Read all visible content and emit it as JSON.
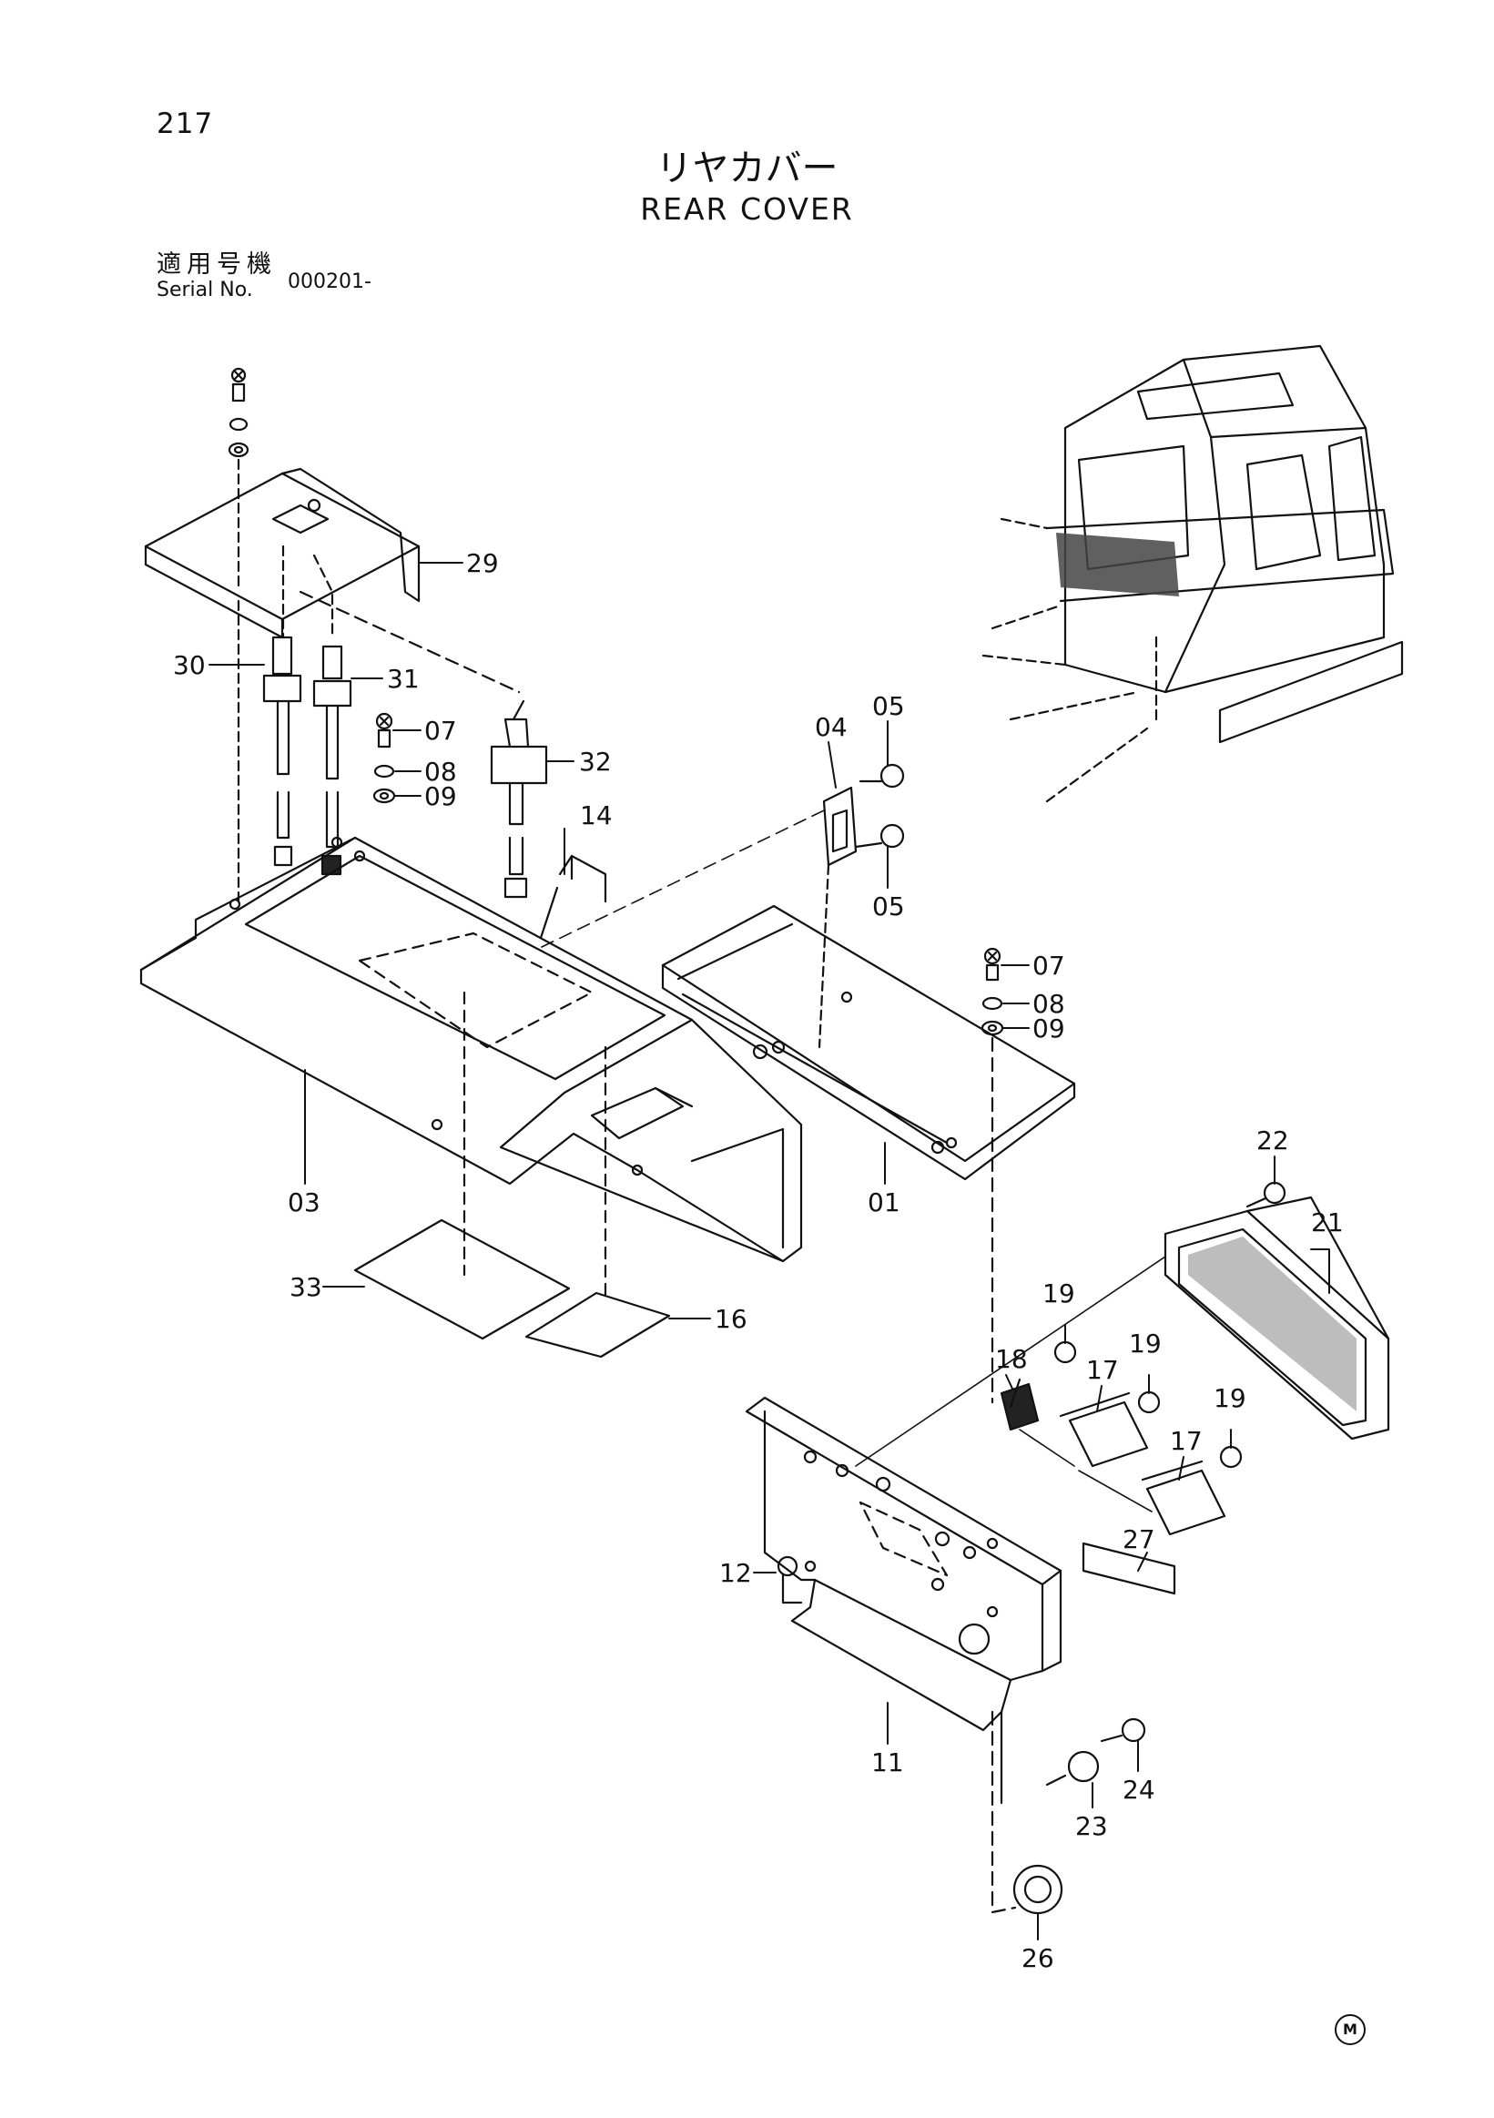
{
  "header": {
    "page_number": "217",
    "title_jp": "リヤカバー",
    "title_en": "REAR COVER",
    "serial_label_jp": "適用号機",
    "serial_label_en": "Serial No.",
    "serial_value": "000201-"
  },
  "callouts": {
    "c01": "01",
    "c03": "03",
    "c04": "04",
    "c05a": "05",
    "c05b": "05",
    "c07a": "07",
    "c08a": "08",
    "c09a": "09",
    "c07b": "07",
    "c08b": "08",
    "c09b": "09",
    "c11": "11",
    "c12": "12",
    "c14": "14",
    "c16": "16",
    "c17a": "17",
    "c17b": "17",
    "c18": "18",
    "c19a": "19",
    "c19b": "19",
    "c19c": "19",
    "c21": "21",
    "c22": "22",
    "c23": "23",
    "c24": "24",
    "c26": "26",
    "c27": "27",
    "c29": "29",
    "c30": "30",
    "c31": "31",
    "c32": "32",
    "c33": "33"
  },
  "footer": {
    "mark": "M"
  }
}
